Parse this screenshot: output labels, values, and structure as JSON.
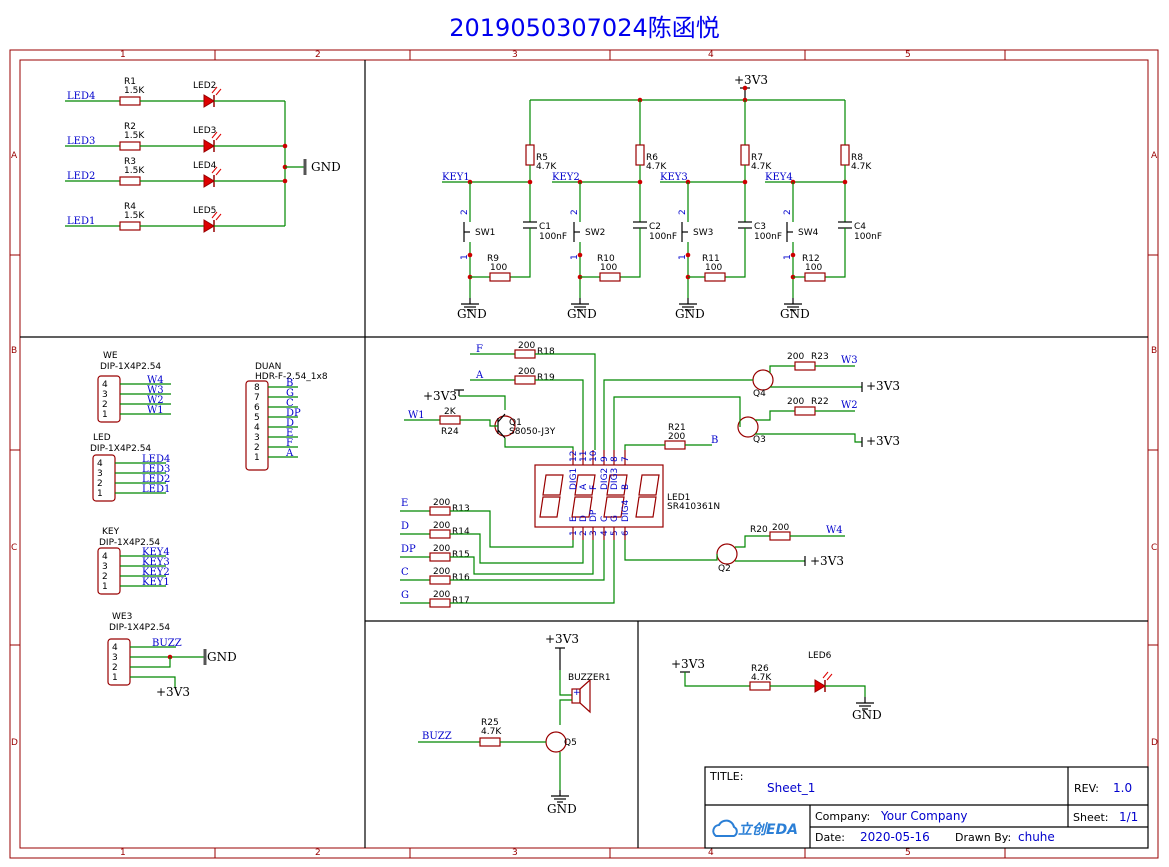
{
  "title": "2019050307024陈函悦",
  "zones": {
    "cols": [
      "1",
      "2",
      "3",
      "4",
      "5"
    ],
    "rows": [
      "A",
      "B",
      "C",
      "D"
    ]
  },
  "power": {
    "vcc": "+3V3",
    "gnd": "GND"
  },
  "led_block": {
    "nets": [
      "LED4",
      "LED3",
      "LED2",
      "LED1"
    ],
    "resistors": [
      {
        "ref": "R1",
        "val": "1.5K"
      },
      {
        "ref": "R2",
        "val": "1.5K"
      },
      {
        "ref": "R3",
        "val": "1.5K"
      },
      {
        "ref": "R4",
        "val": "1.5K"
      }
    ],
    "leds": [
      "LED2",
      "LED3",
      "LED4",
      "LED5"
    ]
  },
  "key_block": {
    "keys": [
      {
        "net": "KEY1",
        "r_up": "R5",
        "c": "C1",
        "sw": "SW1",
        "r_dn": "R9"
      },
      {
        "net": "KEY2",
        "r_up": "R6",
        "c": "C2",
        "sw": "SW2",
        "r_dn": "R10"
      },
      {
        "net": "KEY3",
        "r_up": "R7",
        "c": "C3",
        "sw": "SW3",
        "r_dn": "R11"
      },
      {
        "net": "KEY4",
        "r_up": "R8",
        "c": "C4",
        "sw": "SW4",
        "r_dn": "R12"
      }
    ],
    "r_up_val": "4.7K",
    "c_val": "100nF",
    "r_dn_val": "100"
  },
  "connectors": {
    "we": {
      "ref": "WE",
      "fp": "DIP-1X4P2.54",
      "nets": [
        "W4",
        "W3",
        "W2",
        "W1"
      ]
    },
    "led": {
      "ref": "LED",
      "fp": "DIP-1X4P2.54",
      "nets": [
        "LED4",
        "LED3",
        "LED2",
        "LED1"
      ]
    },
    "key": {
      "ref": "KEY",
      "fp": "DIP-1X4P2.54",
      "nets": [
        "KEY4",
        "KEY3",
        "KEY2",
        "KEY1"
      ]
    },
    "we3": {
      "ref": "WE3",
      "fp": "DIP-1X4P2.54",
      "nets": [
        "BUZZ",
        "",
        "",
        ""
      ]
    },
    "duan": {
      "ref": "DUAN",
      "fp": "HDR-F-2.54_1x8",
      "nets": [
        "B",
        "G",
        "C",
        "DP",
        "D",
        "E",
        "F",
        "A"
      ]
    },
    "pins4": [
      "4",
      "3",
      "2",
      "1"
    ],
    "pins8": [
      "8",
      "7",
      "6",
      "5",
      "4",
      "3",
      "2",
      "1"
    ]
  },
  "display": {
    "ref": "LED1",
    "part": "SR410361N",
    "top_pins": [
      "12",
      "11",
      "10",
      "9",
      "8",
      "7"
    ],
    "top_names": [
      "DIG1",
      "A",
      "F",
      "DIG2",
      "DIG3",
      "B"
    ],
    "bot_pins": [
      "1",
      "2",
      "3",
      "4",
      "5",
      "6"
    ],
    "bot_names": [
      "E",
      "D",
      "DP",
      "C",
      "G",
      "DIG4"
    ],
    "seg_resistors": [
      {
        "net": "F",
        "ref": "R18"
      },
      {
        "net": "A",
        "ref": "R19"
      },
      {
        "net": "E",
        "ref": "R13"
      },
      {
        "net": "D",
        "ref": "R14"
      },
      {
        "net": "DP",
        "ref": "R15"
      },
      {
        "net": "C",
        "ref": "R16"
      },
      {
        "net": "G",
        "ref": "R17"
      },
      {
        "net": "B",
        "ref": "R21"
      }
    ],
    "seg_val": "200"
  },
  "transistors": {
    "q1": {
      "ref": "Q1",
      "part": "S8050-J3Y",
      "base_r": "R24",
      "base_val": "2K",
      "net": "W1"
    },
    "q4": {
      "ref": "Q4",
      "r": "R23",
      "val": "200",
      "net": "W3"
    },
    "q3": {
      "ref": "Q3",
      "r": "R22",
      "val": "200",
      "net": "W2"
    },
    "q2": {
      "ref": "Q2",
      "r": "R20",
      "val": "200",
      "net": "W4"
    }
  },
  "buzzer": {
    "ref": "BUZZER1",
    "q": "Q5",
    "r": "R25",
    "val": "4.7K",
    "net": "BUZZ",
    "plus": "+"
  },
  "led6": {
    "r": "R26",
    "val": "4.7K",
    "led": "LED6"
  },
  "pin_nums": {
    "two": "2",
    "one": "1"
  },
  "title_block": {
    "title_label": "TITLE:",
    "title": "Sheet_1",
    "rev_label": "REV:",
    "rev": "1.0",
    "company_label": "Company:",
    "company": "Your Company",
    "sheet_label": "Sheet:",
    "sheet": "1/1",
    "date_label": "Date:",
    "date": "2020-05-16",
    "drawn_label": "Drawn By:",
    "drawn": "chuhe",
    "logo": "立创EDA"
  }
}
